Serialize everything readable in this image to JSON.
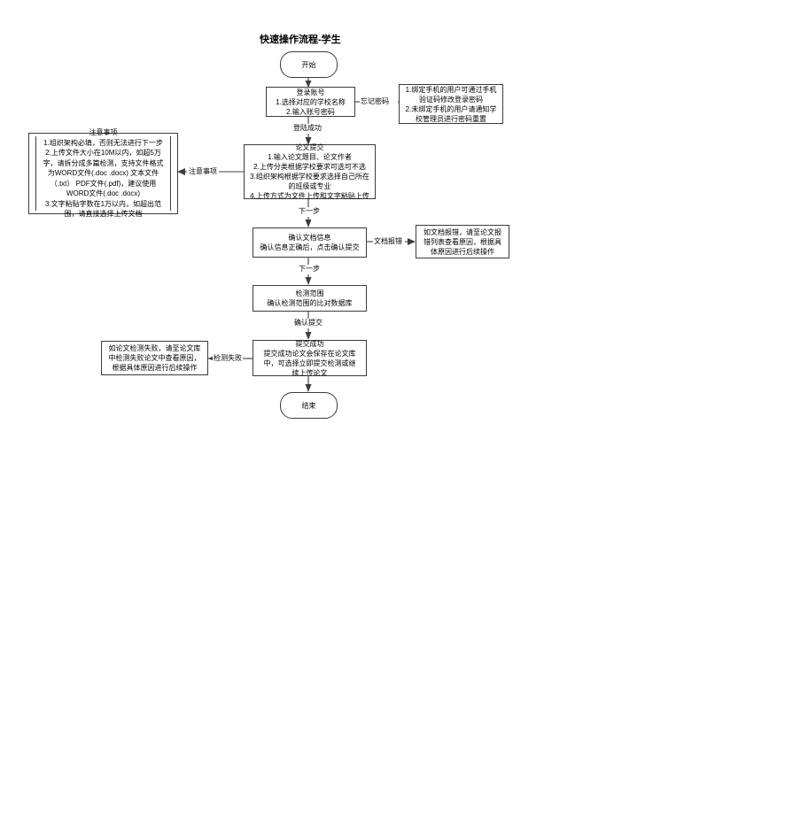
{
  "page": {
    "title": "快速操作流程-学生",
    "background": "#ffffff",
    "stroke_color": "#3c3c3c",
    "text_color": "#000000"
  },
  "nodes": {
    "start": {
      "label": "开始"
    },
    "login": {
      "title": "登录账号",
      "lines": [
        "1.选择对应的学校名称",
        "2.输入账号密码"
      ]
    },
    "forgot_password_info": {
      "lines": [
        "1.绑定手机的用户可通过手机",
        "验证码修改登录密码",
        "2.未绑定手机的用户请通知学",
        "校管理员进行密码重置"
      ]
    },
    "paper_submit": {
      "title": "论文提交",
      "lines": [
        "1.输入论文题目、论文作者",
        "2.上传分类根据学校要求可选可不选",
        "3.组织架构根据学校要求选择自己所在",
        "的班级或专业",
        "4.上传方式为文件上传和文字粘贴上传"
      ]
    },
    "notes": {
      "title": "注意事项",
      "lines": [
        "1.组织架构必填，否则无法进行下一步",
        "2.上传文件大小在10M以内，如超5万",
        "字，请拆分成多篇检测，支持文件格式",
        "为WORD文件(.doc .docx)  文本文件",
        "（.txt）  PDF文件(.pdf)，建议使用",
        "WORD文件(.doc .docx)",
        "3.文字粘贴字数在1万以内，如超出范",
        "围，请直接选择上传文档"
      ]
    },
    "confirm_doc": {
      "title": "确认文档信息",
      "lines": [
        "确认信息正确后，点击确认提交"
      ]
    },
    "doc_error_info": {
      "lines": [
        "如文档报错，请至论文报",
        "错列表查看原因，根据具",
        "体原因进行后续操作"
      ]
    },
    "detect_range": {
      "title": "检测范围",
      "lines": [
        "确认检测范围的比对数据库"
      ]
    },
    "submit_success": {
      "title": "提交成功",
      "lines": [
        "提交成功论文会保存在论文库",
        "中，可选择立即提交检测或继",
        "续上传论文"
      ]
    },
    "detect_fail_info": {
      "lines": [
        "如论文检测失败，请至论文库",
        "中检测失败论文中查看原因，",
        "根据具体原因进行后续操作"
      ]
    },
    "end": {
      "label": "结束"
    }
  },
  "edge_labels": {
    "forgot_password": "忘记密码",
    "login_success": "登陆成功",
    "notes": "注意事项",
    "next_step_1": "下一步",
    "doc_error": "文档报错",
    "next_step_2": "下一步",
    "confirm_submit": "确认提交",
    "detect_fail": "检测失败"
  }
}
